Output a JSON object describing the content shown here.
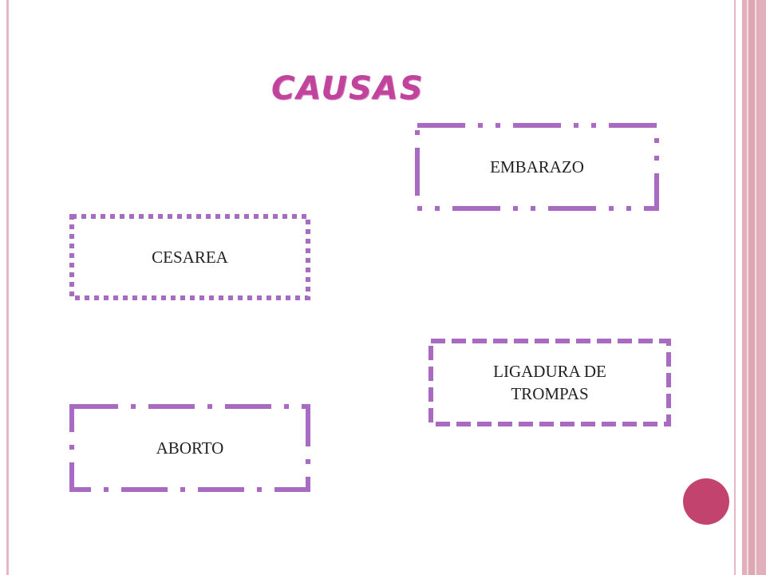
{
  "title": "CAUSAS",
  "boxes": {
    "embarazo": "EMBARAZO",
    "cesarea": "CESAREA",
    "ligadura": "LIGADURA DE TROMPAS",
    "aborto": "ABORTO"
  },
  "colors": {
    "title": "#c0449b",
    "box_border": "#a96bc2",
    "accent_circle": "#c2446e",
    "frame": "#e8b7c2"
  }
}
